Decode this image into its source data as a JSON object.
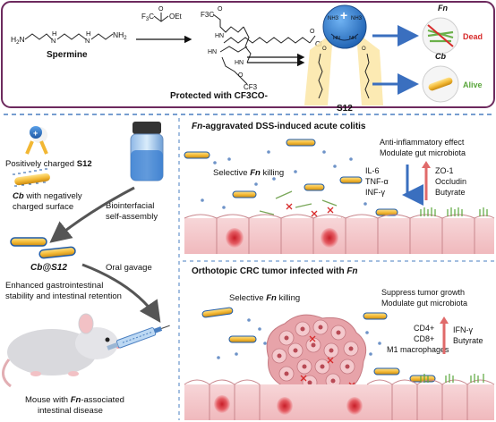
{
  "top_panel": {
    "spermine_label": "Spermine",
    "spermine_formula": "H2N⌃NH⌃⌃NH⌃NH2",
    "reagent_formula": "F3C(CO)OEt",
    "protected_label": "Protected with CF3CO-",
    "protected_cf3_top": "F3C",
    "protected_cf3_bottom": "CF3",
    "acyl_chloride_cl": "Cl",
    "s12_label": "S12",
    "nh3_label": "NH3",
    "plus": "+",
    "fn_label": "Fn",
    "dead_label": "Dead",
    "cb_label": "Cb",
    "alive_label": "Alive"
  },
  "left_panel": {
    "positively_charged": "Positively charged",
    "positively_charged_s12": "S12",
    "cb_word": "Cb",
    "cb_rest": "with negatively",
    "charged_surface": "charged surface",
    "biointerfacial_1": "Biointerfacial",
    "biointerfacial_2": "self-assembly",
    "cb_s12_label": "Cb@S12",
    "oral_gavage": "Oral gavage",
    "enhanced_1": "Enhanced gastrointestinal",
    "enhanced_2": "stability and intestinal retention",
    "mouse_1_pre": "Mouse with",
    "mouse_1_fn": "Fn",
    "mouse_1_post": "-associated",
    "mouse_2": "intestinal disease"
  },
  "colitis_panel": {
    "title_fn": "Fn",
    "title_rest": "-aggravated DSS-induced acute colitis",
    "effect_1": "Anti-inflammatory effect",
    "effect_2": "Modulate gut microbiota",
    "down_markers": [
      "IL-6",
      "TNF-α",
      "INF-γ"
    ],
    "up_markers": [
      "ZO-1",
      "Occludin",
      "Butyrate"
    ],
    "selective_pre": "Selective",
    "selective_fn": "Fn",
    "selective_post": "killing"
  },
  "crc_panel": {
    "title_pre": "Orthotopic CRC tumor infected with",
    "title_fn": "Fn",
    "effect_1": "Suppress tumor growth",
    "effect_2": "Modulate gut microbiota",
    "selective_pre": "Selective",
    "selective_fn": "Fn",
    "selective_post": "killing",
    "immune_cells": [
      "CD4+",
      "CD8+",
      "M1 macrophages"
    ],
    "up_markers": [
      "IFN-γ",
      "Butyrate"
    ]
  },
  "colors": {
    "frame": "#6d2a5e",
    "divider": "#4a7fc1",
    "arrow_blue": "#3a6fbf",
    "arrow_red": "#e06a6a",
    "dead_red": "#d72b2b",
    "alive_green": "#5aa63c",
    "bacteria_orange": "#f2b733",
    "tissue_pink": "#f2c3c6",
    "cell_red": "#d8262f"
  }
}
